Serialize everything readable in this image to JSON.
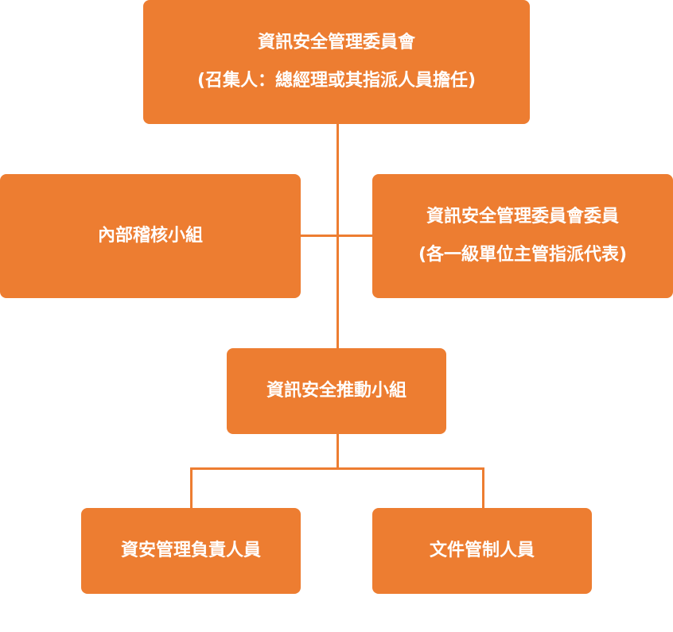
{
  "colors": {
    "box_fill": "#ED7D31",
    "connector": "#ED7D31",
    "text": "#FFFFFF",
    "background": "#FFFFFF"
  },
  "diagram": {
    "committee": {
      "line1": "資訊安全管理委員會",
      "line2": "(召集人：總經理或其指派人員擔任)"
    },
    "audit_group": {
      "line1": "內部稽核小組"
    },
    "committee_members": {
      "line1": "資訊安全管理委員會委員",
      "line2": "(各一級單位主管指派代表)"
    },
    "promotion_group": {
      "line1": "資訊安全推動小組"
    },
    "security_staff": {
      "line1": "資安管理負責人員"
    },
    "document_staff": {
      "line1": "文件管制人員"
    }
  }
}
